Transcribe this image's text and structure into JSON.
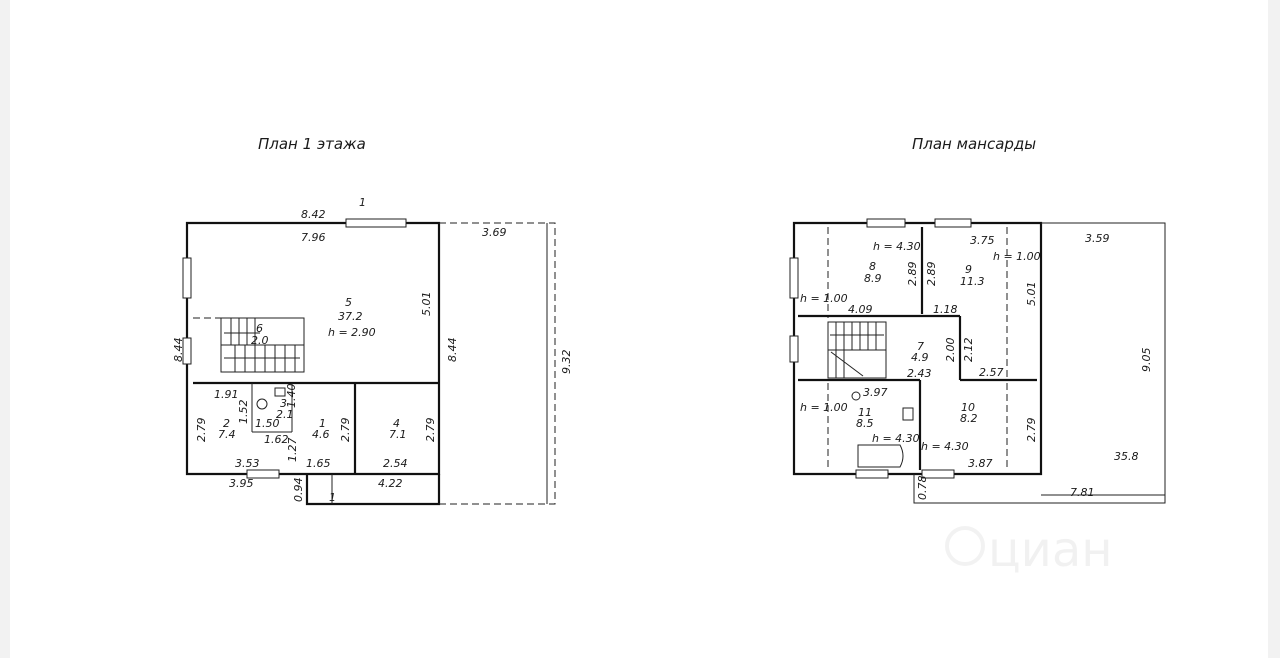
{
  "plan_first_floor": {
    "title": "План 1 этажа",
    "labels": {
      "top_outer": "8.42",
      "top_inner": "7.96",
      "axis_top": "1",
      "terrace_width": "3.69",
      "left_outer": "8.44",
      "right_inner": "5.01",
      "terrace_height": "8.44",
      "terrace_total": "9.32",
      "r5_num": "5",
      "r5_area": "37.2",
      "r5_h": "h = 2.90",
      "r6_num": "6",
      "r6_area": "2.0",
      "d191": "1.91",
      "d152": "1.52",
      "d140": "1.40",
      "d150": "1.50",
      "d162": "1.62",
      "d127": "1.27",
      "d279a": "2.79",
      "d279b": "2.79",
      "d279c": "2.79",
      "r2_num": "2",
      "r2_area": "7.4",
      "r3_num": "3",
      "r3_area": "2.1",
      "r1_num": "1",
      "r1_area": "4.6",
      "r4_num": "4",
      "r4_area": "7.1",
      "d353": "3.53",
      "d165": "1.65",
      "d254": "2.54",
      "d395": "3.95",
      "d094": "0.94",
      "axis_bottom": "1",
      "d422": "4.22"
    }
  },
  "plan_attic": {
    "title": "План мансарды",
    "labels": {
      "h430a": "h = 4.30",
      "d375": "3.75",
      "d359": "3.59",
      "h100a": "h = 1.00",
      "r8_num": "8",
      "r8_area": "8.9",
      "d289a": "2.89",
      "d289b": "2.89",
      "r9_num": "9",
      "r9_area": "11.3",
      "d501": "5.01",
      "h100b": "h = 1.00",
      "d409": "4.09",
      "d118": "1.18",
      "d905": "9.05",
      "r7_num": "7",
      "r7_area": "4.9",
      "d200": "2.00",
      "d212": "2.12",
      "d243": "2.43",
      "d257": "2.57",
      "d397": "3.97",
      "h100c": "h = 1.00",
      "r11_num": "11",
      "r11_area": "8.5",
      "r10_num": "10",
      "r10_area": "8.2",
      "d279": "2.79",
      "h430b": "h = 4.30",
      "h430c": "h = 4.30",
      "d387": "3.87",
      "terrace_area": "35.8",
      "d078": "0.78",
      "d781": "7.81"
    }
  },
  "watermark": "циан"
}
